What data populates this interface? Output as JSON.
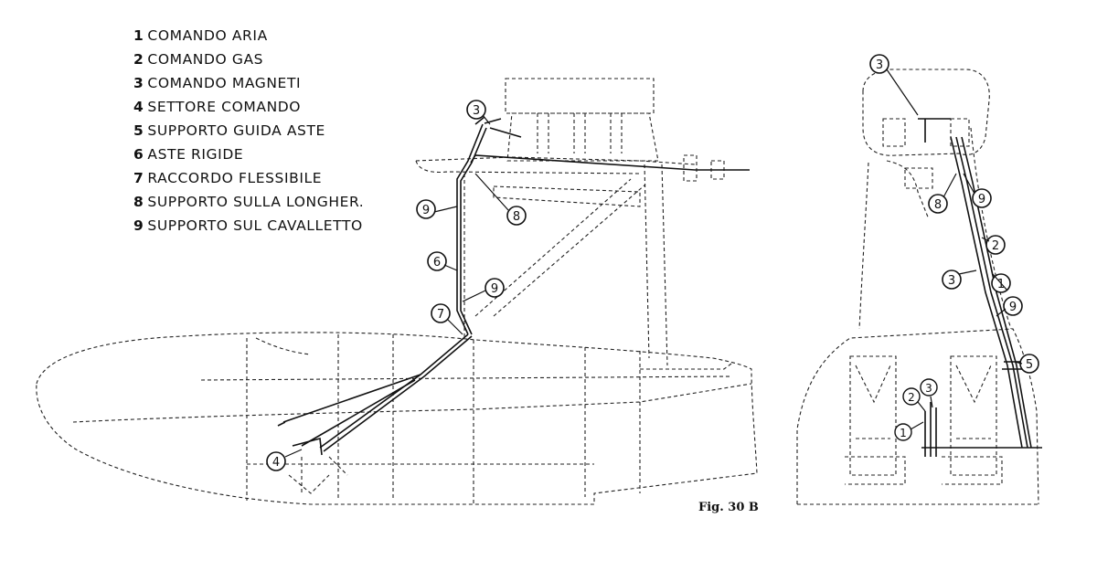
{
  "legend": {
    "items": [
      {
        "num": "1",
        "label": "COMANDO  ARIA"
      },
      {
        "num": "2",
        "label": "COMANDO  GAS"
      },
      {
        "num": "3",
        "label": "COMANDO  MAGNETI"
      },
      {
        "num": "4",
        "label": "SETTORE  COMANDO"
      },
      {
        "num": "5",
        "label": "SUPPORTO GUIDA ASTE"
      },
      {
        "num": "6",
        "label": "ASTE RIGIDE"
      },
      {
        "num": "7",
        "label": "RACCORDO  FLESSIBILE"
      },
      {
        "num": "8",
        "label": "SUPPORTO SULLA LONGHER."
      },
      {
        "num": "9",
        "label": "SUPPORTO SUL CAVALLETTO"
      }
    ]
  },
  "side_view": {
    "callouts": [
      "3",
      "9",
      "8",
      "6",
      "9",
      "7",
      "4"
    ]
  },
  "front_view": {
    "callouts": [
      "3",
      "8",
      "9",
      "2",
      "3",
      "1",
      "9",
      "5",
      "2",
      "3",
      "1"
    ]
  },
  "caption": "Fig. 30 B"
}
